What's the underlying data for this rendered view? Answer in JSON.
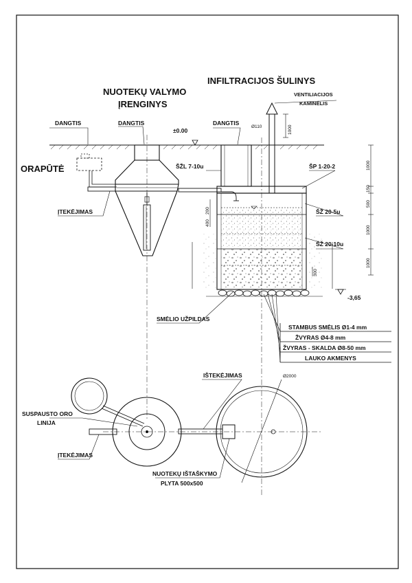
{
  "titles": {
    "treatment_plant": [
      "NUOTEKŲ VALYMO",
      "ĮRENGINYS"
    ],
    "infiltration_well": "INFILTRACIJOS ŠULINYS"
  },
  "labels": {
    "blower": "ORAPŪTĖ",
    "lid_left": "DANGTIS",
    "lid_middle": "DANGTIS",
    "lid_right": "DANGTIS",
    "ground_level": "±0.00",
    "vent_stack": [
      "VENTILIACIJOS",
      "KAMINĖLIS"
    ],
    "vent_diameter": "Ø110",
    "ring_szl": "ŠŽL 7-10u",
    "slab_sp": "ŠP 1-20-2",
    "ring_sz_top": "ŠŽ 20-5u",
    "ring_sz_bottom": "ŠŽ 20-10u",
    "inlet_section": "ĮTEKĖJIMAS",
    "depth": "-3,65",
    "sand_backfill": "SMĖLIO UŽPILDAS",
    "outlet_plan": "IŠTEKĖJIMAS",
    "well_diameter": "Ø2000",
    "air_line": [
      "SUSPAUSTO ORO",
      "LINIJA"
    ],
    "inlet_plan": "ĮTEKĖJIMAS",
    "splash_plate": [
      "NUOTEKŲ IŠTAŠKYMO",
      "PLYTA 500x500"
    ]
  },
  "legend": [
    "STAMBUS SMĖLIS Ø1-4 mm",
    "ŽVYRAS Ø4-8 mm",
    "ŽVYRAS - SKALDA Ø8-50 mm",
    "LAUKO AKMENYS"
  ],
  "dimensions": {
    "vent_height": "1000",
    "right_1": "1000",
    "right_2": "150",
    "right_3": "500",
    "right_4": "1000",
    "right_5": "1000",
    "inner_400": "400",
    "inner_200": "200",
    "inner_300": "300"
  },
  "colors": {
    "line": "#111111",
    "background": "#ffffff"
  }
}
